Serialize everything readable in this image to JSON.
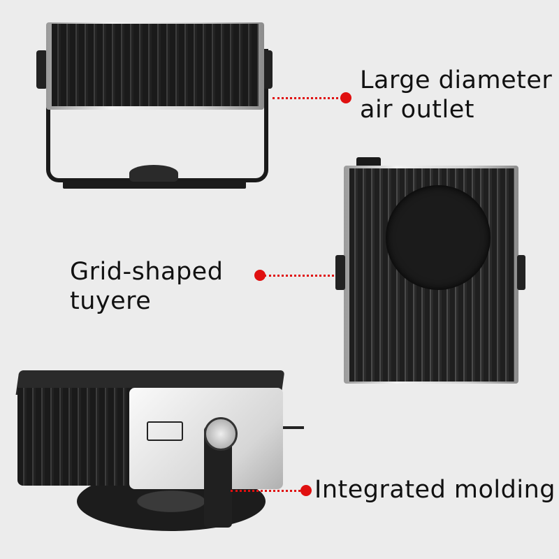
{
  "annotations": [
    {
      "lines": [
        "Large diameter",
        "air outlet"
      ],
      "marker_color": "#e01010"
    },
    {
      "lines": [
        "Grid-shaped",
        "tuyere"
      ],
      "marker_color": "#e01010"
    },
    {
      "lines": [
        "Integrated molding"
      ],
      "marker_color": "#e01010"
    }
  ],
  "background": "#ececec"
}
